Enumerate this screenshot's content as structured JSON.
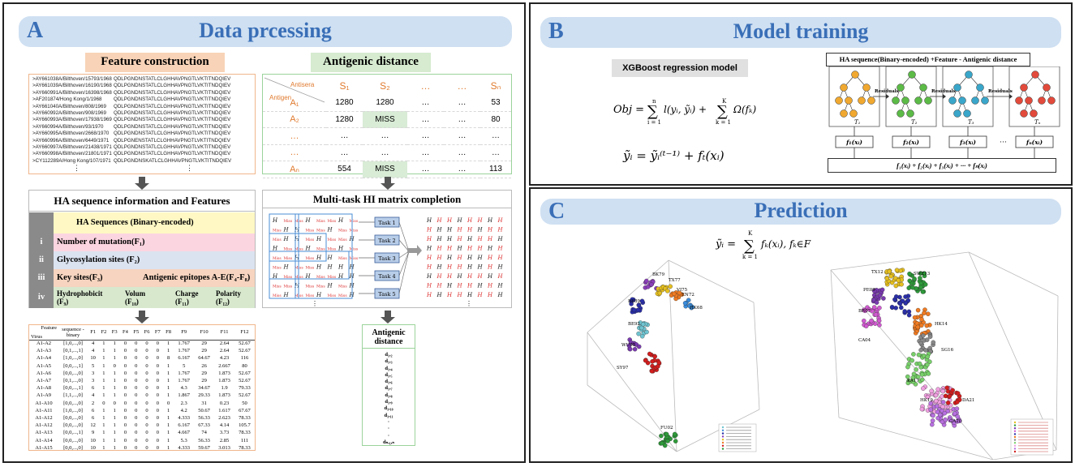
{
  "panelA": {
    "letter": "A",
    "title": "Data prcessing",
    "feature_construction": "Feature construction",
    "antigenic_distance": "Antigenic distance",
    "sequences": [
      {
        "name": ">AY661038A/Bilthoven/15793/1968",
        "seq": "QDLPGNDNSTATLCLGHHAVPNGTLVKTITNDQIEV"
      },
      {
        "name": ">AY661039A/Bilthoven/16190/1968",
        "seq": "QDLPGNDNSTATLCLGHHAVPNGTLVKTITNDQIEV"
      },
      {
        "name": ">AY660991A/Bilthoven/16398/1968",
        "seq": "QDLPGNDNSTATLCLGHHAVPNGTLVKTITNDQIEV"
      },
      {
        "name": ">AF201874/Hong Kong/1/1968",
        "seq": "QDLPGNDNSTATLCLGHHAVPNGTLVKTITNDQIEV"
      },
      {
        "name": ">AY661040A/Bilthoven/808/1969",
        "seq": "QDLPGNDNSTATLCLGHHAVPNGTLVKTITNDQIEV"
      },
      {
        "name": ">AY660992A/Bilthoven/908/1969",
        "seq": "QDLPGNDNSTATLCLGHHAVPNGTLVKTITNDQIEV"
      },
      {
        "name": ">AY660993A/Bilthoven/17938/1969",
        "seq": "QDLPGNDNSTATLCLGHHAVPNGTLVKTITNDQIEV"
      },
      {
        "name": ">AY660994A/Bilthoven/93/1970",
        "seq": "QDLPGNDNSTATLCLGHHAVPNGTLVKTITNDQIEV"
      },
      {
        "name": ">AY660995A/Bilthoven/2668/1970",
        "seq": "QDLPGNDNSTATLCLGHHAVPNGTLVKTITNDQIEV"
      },
      {
        "name": ">AY660996A/Bilthoven/6449/1971",
        "seq": "QDLPGNENSTATLCLGHHAVPNGTLVKTITNDQIEV"
      },
      {
        "name": ">AY660997A/Bilthoven/21438/1971",
        "seq": "QDLPGNDNSTATLCLGHHAVPNGTLVKTITNDQIEV"
      },
      {
        "name": ">AY660998A/Bilthoven/21801/1971",
        "seq": "QDLPGNDNSTATLCLGHHAVPNGTLVKTITNDQIEV"
      },
      {
        "name": ">CY112289A/Hong Kong/107/1971",
        "seq": "QDLPGNDNSKATLCLGHHAVPNGTLVKTITNDQIEV"
      }
    ],
    "ellipsis": "⋮",
    "ad_table": {
      "antisera": "Antisera",
      "antigen": "Antigen",
      "cols": [
        "S₁",
        "S₂",
        "…",
        "…",
        "Sₙ"
      ],
      "rows": [
        [
          "A₁",
          "1280",
          "1280",
          "…",
          "…",
          "53"
        ],
        [
          "A₂",
          "1280",
          "MISS",
          "…",
          "…",
          "80"
        ],
        [
          "…",
          "…",
          "…",
          "…",
          "…",
          "…"
        ],
        [
          "…",
          "…",
          "…",
          "…",
          "…",
          "…"
        ],
        [
          "Aₙ",
          "554",
          "MISS",
          "…",
          "…",
          "113"
        ]
      ]
    },
    "ha_features": {
      "header": "HA sequence information and Features",
      "rows": [
        {
          "num": "",
          "text": "HA Sequences (Binary-encoded)",
          "color": "#fff8c4"
        },
        {
          "num": "i",
          "text": "Number of mutation(F₁)",
          "color": "#fbd5e0"
        },
        {
          "num": "ii",
          "text": "Glycosylation sites (F₂)",
          "color": "#dbe3f0"
        },
        {
          "num": "iii",
          "text": "Key sites(F₃)",
          "text2": "Antigenic epitopes A-E(F₄-F₈)",
          "color": "#f6d4bf"
        },
        {
          "num": "iv",
          "text": "Hydrophobicit (F₉)",
          "text2": "Volum (F₁₀)",
          "text3": "Charge (F₁₁)",
          "text4": "Polarity (F₁₂)",
          "color": "#d7e8cd"
        }
      ]
    },
    "multitask": {
      "header": "Multi-task HI matrix completion",
      "tasks": [
        "Task 1",
        "Task 2",
        "Task 3",
        "Task 4",
        "Task 5"
      ],
      "h": "H",
      "miss": "Miss"
    },
    "data_table": {
      "header": [
        "Virus",
        "Feature",
        "sequence -binary",
        "F1",
        "F2",
        "F3",
        "F4",
        "F5",
        "F6",
        "F7",
        "F8",
        "F9",
        "F10",
        "F11",
        "F12"
      ],
      "rows": [
        [
          "A1-A2",
          "[1,0,...,0]",
          "4",
          "1",
          "1",
          "0",
          "0",
          "0",
          "0",
          "1",
          "1.767",
          "29",
          "2.64",
          "52.67"
        ],
        [
          "A1-A3",
          "[0,1,...,1]",
          "4",
          "1",
          "1",
          "0",
          "0",
          "0",
          "0",
          "1",
          "1.767",
          "29",
          "2.64",
          "52.67"
        ],
        [
          "A1-A4",
          "[1,0,...,0]",
          "10",
          "1",
          "1",
          "0",
          "0",
          "0",
          "0",
          "8",
          "6.167",
          "64.67",
          "4.23",
          "116"
        ],
        [
          "A1-A5",
          "[0,0,...,1]",
          "5",
          "1",
          "0",
          "0",
          "0",
          "0",
          "0",
          "1",
          "5",
          "26",
          "2.667",
          "80"
        ],
        [
          "A1-A6",
          "[0,0,...,0]",
          "3",
          "1",
          "1",
          "0",
          "0",
          "0",
          "0",
          "1",
          "1.767",
          "29",
          "1.873",
          "52.67"
        ],
        [
          "A1-A7",
          "[0,1,...,0]",
          "3",
          "1",
          "1",
          "0",
          "0",
          "0",
          "0",
          "1",
          "1.767",
          "29",
          "1.873",
          "52.67"
        ],
        [
          "A1-A8",
          "[0,0,...,1]",
          "6",
          "1",
          "1",
          "0",
          "0",
          "0",
          "0",
          "1",
          "4.3",
          "34.67",
          "1.9",
          "79.33"
        ],
        [
          "A1-A9",
          "[1,1,...,0]",
          "4",
          "1",
          "1",
          "0",
          "0",
          "0",
          "0",
          "1",
          "1.867",
          "29.33",
          "1.873",
          "52.67"
        ],
        [
          "A1-A10",
          "[0,0,...,0]",
          "2",
          "0",
          "0",
          "0",
          "0",
          "0",
          "0",
          "0",
          "2.3",
          "31",
          "0.23",
          "50"
        ],
        [
          "A1-A11",
          "[1,0,...,0]",
          "6",
          "1",
          "1",
          "0",
          "0",
          "0",
          "0",
          "1",
          "4.2",
          "50.67",
          "1.617",
          "67.67"
        ],
        [
          "A1-A12",
          "[0,0,...,0]",
          "6",
          "1",
          "1",
          "0",
          "0",
          "0",
          "0",
          "1",
          "4.333",
          "56.33",
          "2.623",
          "78.33"
        ],
        [
          "A1-A12",
          "[0,0,...,0]",
          "12",
          "1",
          "1",
          "0",
          "0",
          "0",
          "0",
          "1",
          "6.167",
          "67.33",
          "4.14",
          "105.7"
        ],
        [
          "A1-A13",
          "[0,0,...,1]",
          "9",
          "1",
          "1",
          "0",
          "0",
          "0",
          "0",
          "1",
          "4.667",
          "74",
          "3.73",
          "78.33"
        ],
        [
          "A1-A14",
          "[0,0,...,0]",
          "10",
          "1",
          "1",
          "0",
          "0",
          "0",
          "0",
          "1",
          "5.3",
          "56.33",
          "2.85",
          "111"
        ],
        [
          "A1-A15",
          "[0,0,...,0]",
          "10",
          "1",
          "1",
          "0",
          "0",
          "0",
          "0",
          "1",
          "4.333",
          "59.67",
          "3.013",
          "78.33"
        ],
        [
          "...",
          "...",
          "...",
          "...",
          "...",
          "...",
          "...",
          "...",
          "...",
          "...",
          "...",
          "...",
          "...",
          "..."
        ]
      ]
    },
    "ag_dist": {
      "title": "Antigenic distance",
      "items": [
        "d₁,₂",
        "d₁,₃",
        "d₁,₄",
        "d₁,₅",
        "d₁,₆",
        "d₁,₇",
        "d₁,₈",
        "d₁,₉",
        "d₁,₁₀",
        "d₁,₁₁",
        "·",
        "·",
        "·",
        "dₙ,₁,ₙ"
      ]
    }
  },
  "panelB": {
    "letter": "B",
    "title": "Model training",
    "xgb_label": "XGBoost regression model",
    "tree_header": "HA sequence(Binary-encoded) +Feature  - Antigenic distance",
    "residuals": "Residuals",
    "tree_labels": [
      "T₁",
      "T₂",
      "T₃",
      "Tₙ"
    ],
    "f_labels": [
      "f₁(xᵢ)",
      "f₂(xᵢ)",
      "f₃(xᵢ)",
      "fₙ(xᵢ)"
    ],
    "sum_label": "f₁(xᵢ) + f₂(xᵢ) + f₃(xᵢ) + ··· + fₙ(xᵢ)",
    "dots": "···",
    "formula1_lhs": "Obj = ",
    "formula2": "ỹᵢ = ỹᵢ⁽ᵗ⁻¹⁾ + fₜ(xᵢ)",
    "colors": [
      "#f0a830",
      "#5cba47",
      "#3aa6c9",
      "#e24a3b"
    ]
  },
  "panelC": {
    "letter": "C",
    "title": "Prediction",
    "formula": "ỹᵢ = Σ fₖ(xᵢ), fₖ ∈ F",
    "left_labels": [
      "BK79",
      "TX77",
      "BE89",
      "VI75",
      "BE92",
      "HK68",
      "WU95",
      "SY97",
      "FU02",
      "EN72"
    ],
    "right_labels": [
      "TX12",
      "SWZ13",
      "PE09",
      "BR07",
      "HK14",
      "SG16",
      "CA04",
      "KA17",
      "HK19",
      "DA21",
      "CA20"
    ]
  }
}
